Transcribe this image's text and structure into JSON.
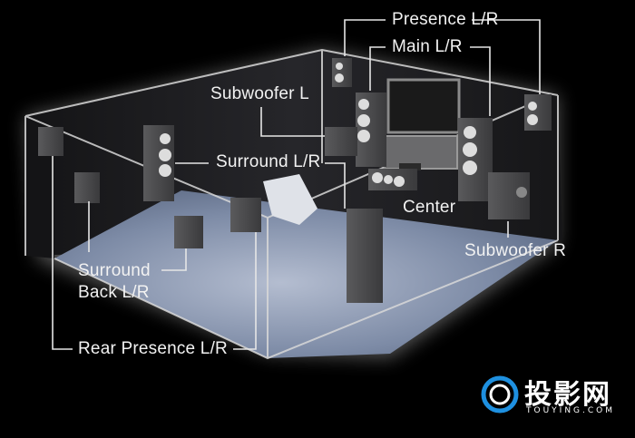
{
  "diagram": {
    "title": "Home theater speaker layout",
    "labels": {
      "presence": "Presence L/R",
      "main": "Main L/R",
      "subwoofer_l": "Subwoofer L",
      "surround": "Surround L/R",
      "center": "Center",
      "subwoofer_r": "Subwoofer R",
      "surround_back_line1": "Surround",
      "surround_back_line2": "Back L/R",
      "rear_presence": "Rear Presence L/R"
    },
    "colors": {
      "background": "#000000",
      "wall": "#1c1c1e",
      "floor": "#7d8ba6",
      "edge": "#d8d8d8",
      "label": "#f2f2f2",
      "logo_accent": "#1e90e0"
    }
  },
  "watermark": {
    "brand_cn": "投影网",
    "brand_en": "TOUYING.COM"
  }
}
